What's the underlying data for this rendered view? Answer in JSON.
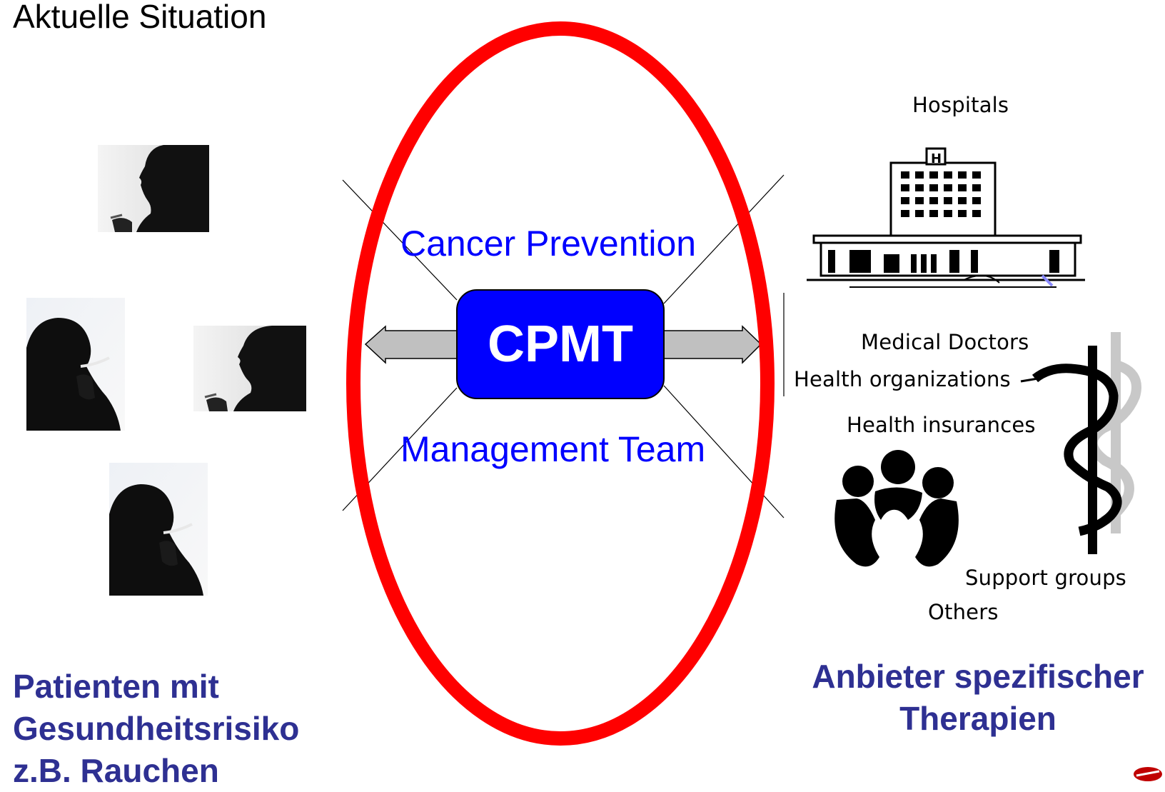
{
  "title": "Aktuelle Situation",
  "center": {
    "line1": "Cancer Prevention",
    "box_label": "CPMT",
    "line2": "Management Team"
  },
  "right_labels": {
    "hospitals": "Hospitals",
    "medical_doctors": "Medical Doctors",
    "health_organizations": "Health organizations",
    "health_insurances": "Health insurances",
    "support_groups": "Support groups",
    "others": "Others"
  },
  "left_caption": {
    "line1": "Patienten mit",
    "line2": "Gesundheitsrisiko",
    "line3": "z.B. Rauchen"
  },
  "right_caption": {
    "line1": "Anbieter spezifischer",
    "line2": "Therapien"
  },
  "colors": {
    "ellipse": "#ff0000",
    "box": "#0000ff",
    "blue_text": "#0000ff",
    "caption": "#2e3092",
    "arrow": "#c0c0c0"
  },
  "icons": [
    "smoker-photo-icon",
    "hospital-icon",
    "staff-of-asclepius-icon",
    "people-group-icon",
    "logo-icon"
  ]
}
